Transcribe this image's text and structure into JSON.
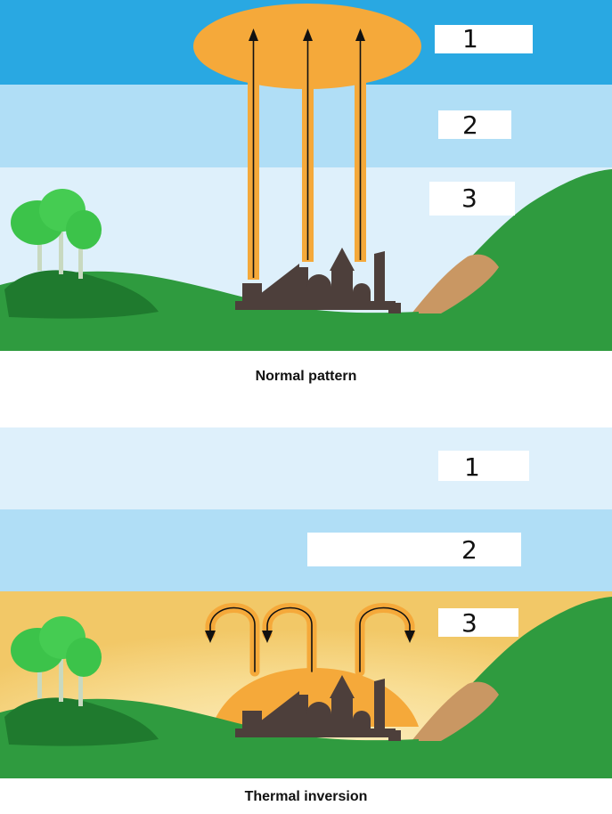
{
  "normal": {
    "caption": "Normal pattern",
    "layers": [
      {
        "label": "1",
        "color": "#29a8e2"
      },
      {
        "label": "2",
        "color": "#b0def6"
      },
      {
        "label": "3",
        "color": "#def0fb"
      }
    ]
  },
  "inversion": {
    "caption": "Thermal inversion",
    "layers": [
      {
        "label": "1",
        "color": "#def0fb"
      },
      {
        "label": "2",
        "color": "#b0def6"
      },
      {
        "label": "3",
        "color": "#f5d27a"
      }
    ]
  },
  "colors": {
    "pollution": "#f5a93a",
    "arrow": "#111111",
    "ground": "#2f9b3f",
    "ground_dark": "#1f7a2e",
    "city": "#4d3f3b",
    "rock": "#c99763",
    "tree": "#3cc34a"
  }
}
